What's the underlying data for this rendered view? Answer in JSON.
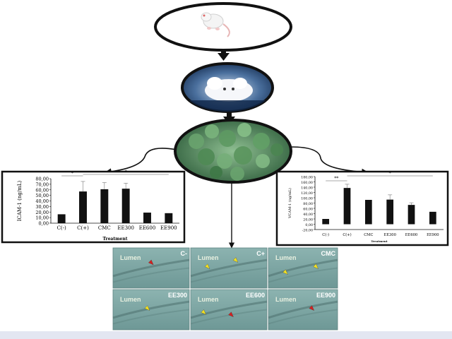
{
  "colors": {
    "arrow": "#111111",
    "bar": "#111111",
    "histo_bg": "#7fa7a6",
    "lumen_text": "#e8f0e0",
    "arrow_red": "#d42020",
    "arrow_yellow": "#f2e022",
    "leaf": "#4f8a55",
    "mouse_bg_dark": "#1e3a68"
  },
  "icons": {
    "mouse_top": "white-mouse-photo",
    "mouse_middle": "white-mouse-on-blue-photo",
    "plant": "green-leaves-photo"
  },
  "chart_data": [
    {
      "type": "bar",
      "position": "left",
      "ylabel": "ICAM-1 (ng/mL)",
      "xlabel": "Treatment",
      "categories": [
        "C(-)",
        "C(+)",
        "CMC",
        "EE300",
        "EE600",
        "EE900"
      ],
      "values": [
        16,
        57,
        61,
        62,
        19,
        18
      ],
      "errors": [
        0,
        18,
        12,
        10,
        0,
        0
      ],
      "ylim": [
        0,
        80
      ],
      "yticks": [
        "0,00",
        "10,00",
        "20,00",
        "30,00",
        "40,00",
        "50,00",
        "60,00",
        "70,00",
        "80,00"
      ],
      "sig_marks": [
        "*",
        "*"
      ]
    },
    {
      "type": "bar",
      "position": "right",
      "ylabel": "VCAM-1 (ng/mL)",
      "xlabel": "Treatment",
      "categories": [
        "C(-)",
        "C(+)",
        "CMC",
        "EE300",
        "EE600",
        "EE900"
      ],
      "values": [
        20,
        137,
        92,
        93,
        73,
        47
      ],
      "errors": [
        0,
        14,
        0,
        18,
        8,
        0
      ],
      "ylim": [
        -20,
        180
      ],
      "yticks": [
        "-20,00",
        "0,00",
        "20,00",
        "40,00",
        "60,00",
        "80,00",
        "100,00",
        "120,00",
        "140,00",
        "160,00",
        "180,00"
      ],
      "sig_marks": [
        "**",
        "*"
      ]
    }
  ],
  "histology": [
    {
      "label": "C-",
      "lumen": "Lumen",
      "arrows": [
        "red"
      ]
    },
    {
      "label": "C+",
      "lumen": "Lumen",
      "arrows": [
        "yellow",
        "yellow"
      ]
    },
    {
      "label": "CMC",
      "lumen": "Lumen",
      "arrows": [
        "yellow",
        "yellow"
      ]
    },
    {
      "label": "EE300",
      "lumen": "Lumen",
      "arrows": [
        "yellow"
      ]
    },
    {
      "label": "EE600",
      "lumen": "Lumen",
      "arrows": [
        "yellow",
        "red"
      ]
    },
    {
      "label": "EE900",
      "lumen": "Lumen",
      "arrows": [
        "red"
      ]
    }
  ]
}
